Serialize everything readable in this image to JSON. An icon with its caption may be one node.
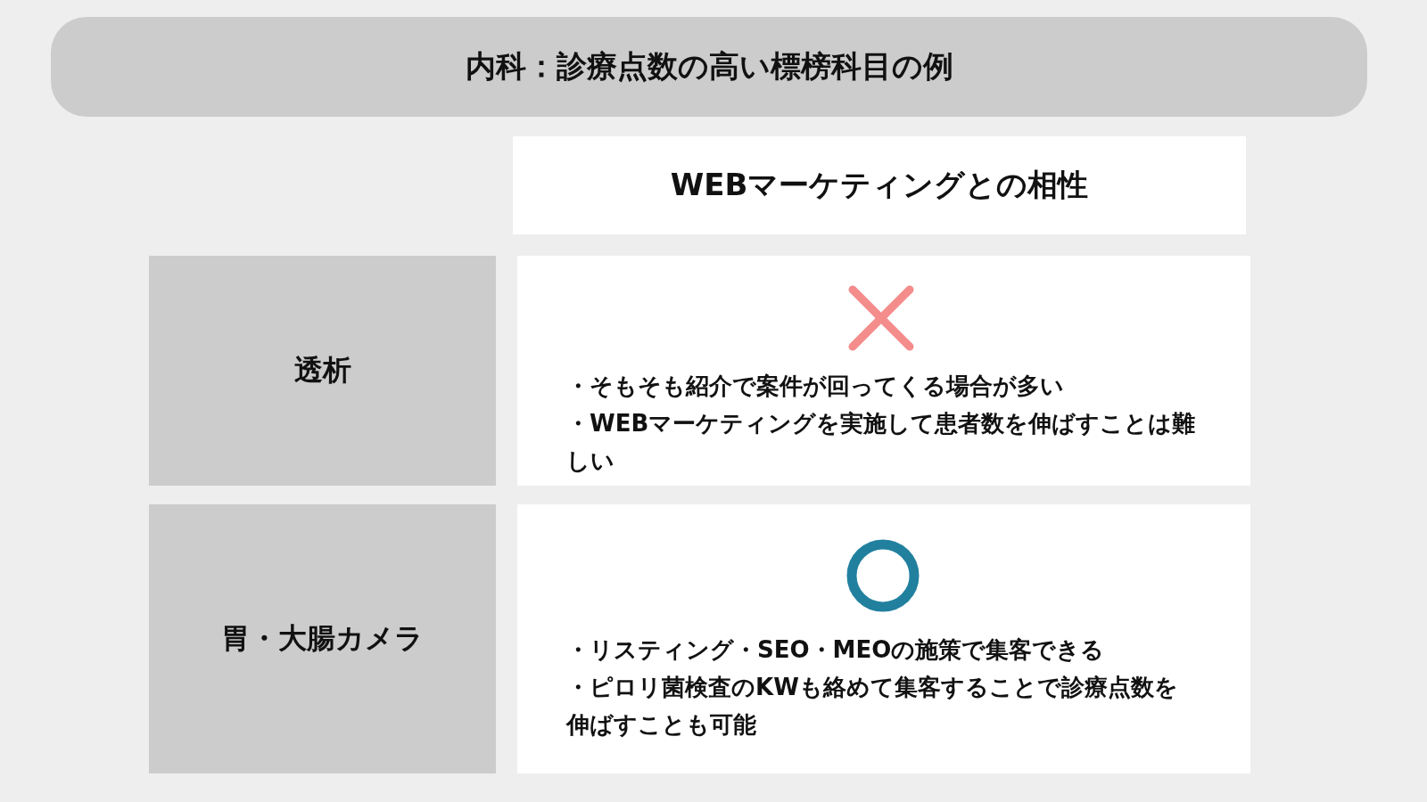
{
  "diagram": {
    "title": "内科：診療点数の高い標榜科目の例",
    "nodes": [
      {
        "text": [
          "WEBマーケティングとの相性"
        ]
      },
      {
        "text": [
          "透析"
        ]
      },
      {
        "text": [
          "・そもそも紹介で案件が回ってくる場合が多い",
          "・WEBマーケティングを実施して患者数を伸ばすことは難しい"
        ]
      },
      {
        "text": [],
        "shape": "cross",
        "in": 2
      },
      {
        "text": [
          "胃・大腸カメラ"
        ]
      },
      {
        "text": [
          "・リスティング・SEO・MEOの施策で集客できる",
          "・ピロリ菌検査のKWも絡めて集客することで診療点数を伸ばすことも可能"
        ]
      },
      {
        "text": [],
        "shape": "circle",
        "in": 5
      }
    ]
  }
}
